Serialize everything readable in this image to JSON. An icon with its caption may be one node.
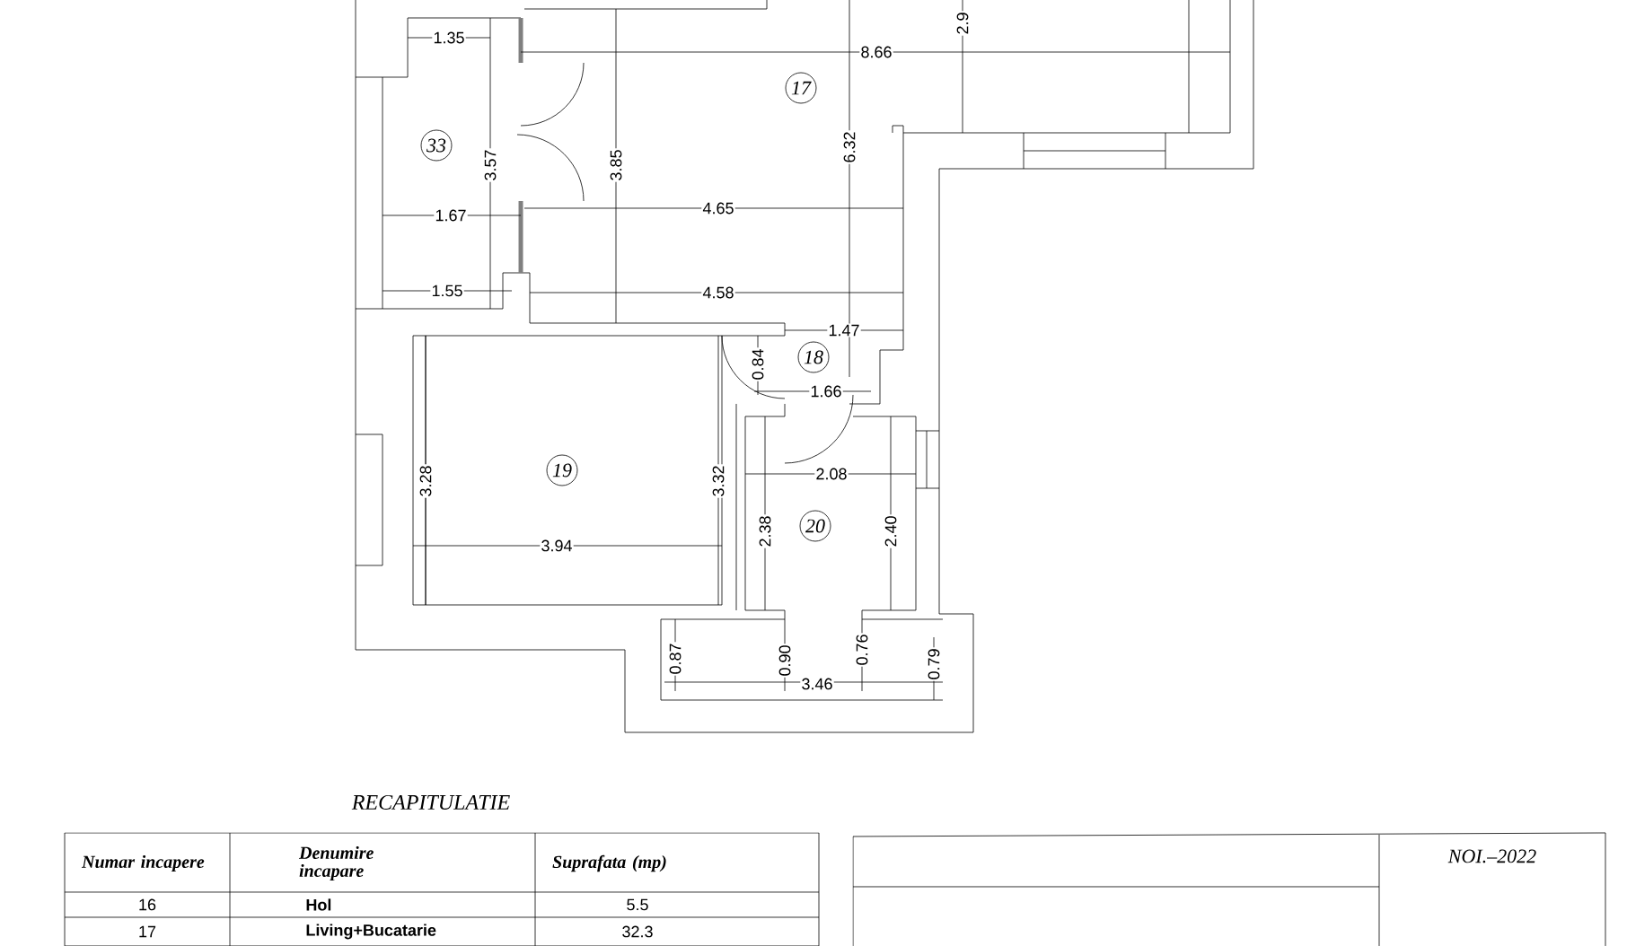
{
  "diagram": {
    "nodes": [
      {
        "text": [
          "33"
        ]
      },
      {
        "text": [
          "17"
        ]
      },
      {
        "text": [
          "18"
        ]
      },
      {
        "text": [
          "19"
        ]
      },
      {
        "text": [
          "20"
        ]
      }
    ],
    "labels": [
      "1.35",
      "8.66",
      "2.9",
      "3.57",
      "3.85",
      "6.32",
      "1.67",
      "4.65",
      "1.55",
      "4.58",
      "1.47",
      "0.84",
      "1.66",
      "3.28",
      "3.32",
      "2.08",
      "2.38",
      "2.40",
      "3.94",
      "0.87",
      "0.90",
      "0.76",
      "0.79",
      "3.46",
      "RECAPITULATIE",
      "Numar incapere",
      "Denumire incapare",
      "Suprafata (mp)",
      "16",
      "Hol",
      "5.5",
      "17",
      "Living+Bucatarie",
      "32.3",
      "NOI.–2022"
    ]
  }
}
